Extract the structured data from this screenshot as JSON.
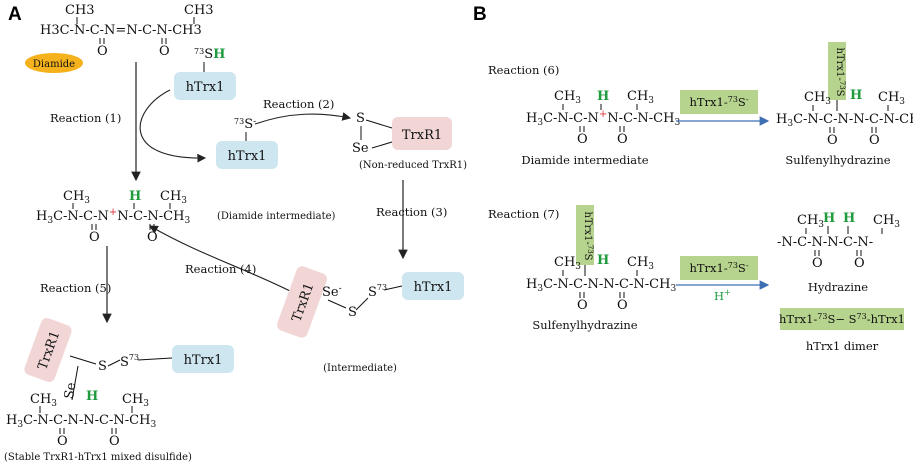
{
  "panels": {
    "a": "A",
    "b": "B"
  },
  "panel_a": {
    "diamide_top": {
      "ch3_left": "CH3",
      "ch3_right": "CH3",
      "chain": "H3C-N-C-N=N-C-N-CH3",
      "o_left": "O",
      "o_right": "O"
    },
    "diamide_badge": "Diamide",
    "sh_label": "73SH",
    "htrx_boxes": [
      "hTrx1",
      "hTrx1",
      "hTrx1",
      "hTrx1"
    ],
    "trxr_boxes": [
      "TrxR1",
      "TrxR1",
      "TrxR1"
    ],
    "thiolate": "73S-",
    "reaction_1": "Reaction   (1)",
    "reaction_2": "Reaction   (2)",
    "reaction_3": "Reaction   (3)",
    "reaction_4": "Reaction (4)",
    "reaction_5": "Reaction (5)",
    "s_atom": "S",
    "se_atom": "Se",
    "se_minus": "Se-",
    "s73": "S73",
    "non_reduced": "(Non-reduced TrxR1)",
    "intermediate_chain": "H3C-N-C-N+N-C-N-CH3",
    "intermediate_h": "H",
    "intermediate_label": "(Diamide intermediate)",
    "intermediate2_label": "(Intermediate)",
    "stable_chain": "H3C-N-C-N-N-C-N-CH3",
    "stable_label": "(Stable TrxR1-hTrx1 mixed disulfide)"
  },
  "panel_b": {
    "reaction_6": "Reaction (6)",
    "reaction_7": "Reaction (7)",
    "reagent": "hTrx1-73S-",
    "proton": "H+",
    "diamide_intermediate": "Diamide intermediate",
    "sulfenylhydrazine": "Sulfenylhydrazine",
    "hydrazine": "Hydrazine",
    "dimer_formula": "hTrx1-73S− S73-hTrx1",
    "dimer_label": "hTrx1 dimer",
    "vertical_reagent": "hTrx1-73S",
    "chain_intermediate": "H3C-N-C-N-N-C-N-CH3",
    "chain_hydrazine": "-N-C-N-N-C-N-",
    "h": "H"
  },
  "colors": {
    "htrx_box": "#cde6ef",
    "trxr_box": "#f2d6d6",
    "diamide_badge": "#f5b21c",
    "green_box": "#b6d48e",
    "green_text": "#1f9a3c",
    "red_plus": "#e0303a",
    "arrow_blue": "#3f6fb3"
  }
}
